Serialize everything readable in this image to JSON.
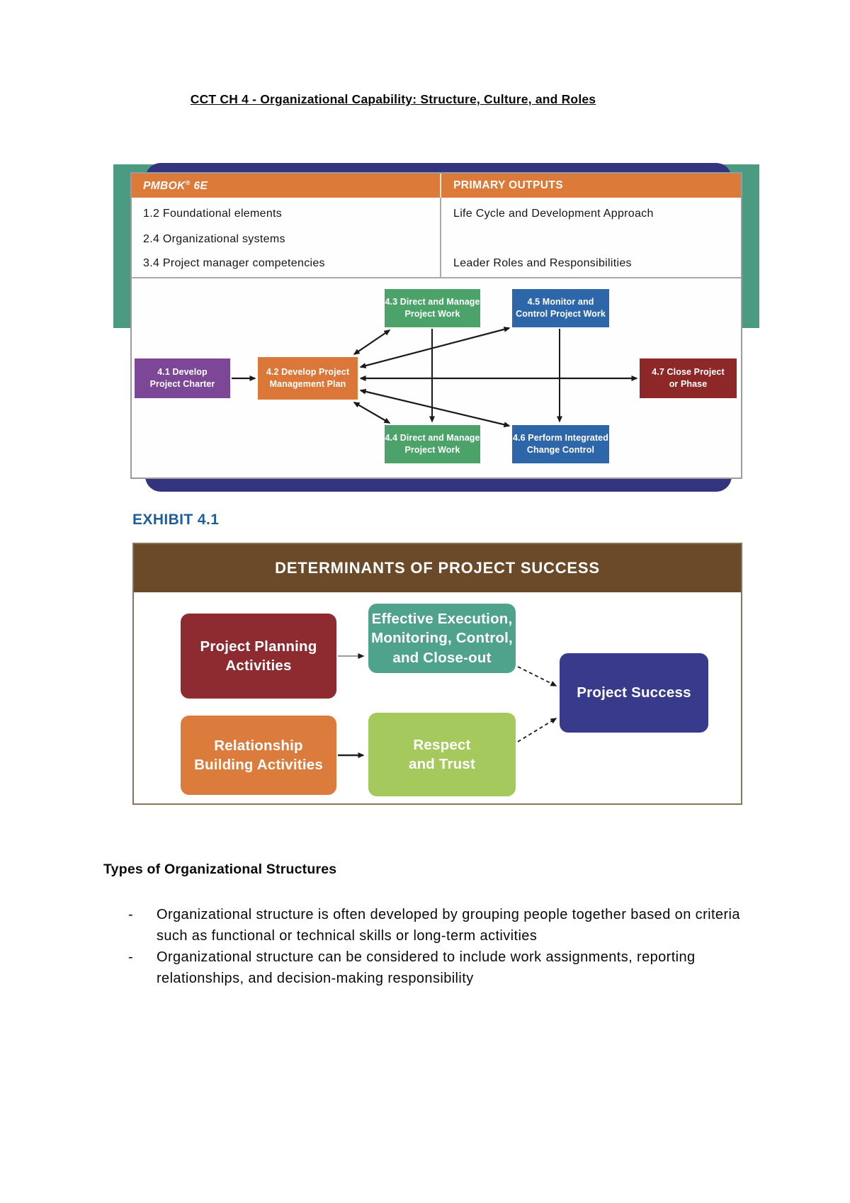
{
  "page": {
    "title": "CCT CH 4 - Organizational Capability: Structure, Culture, and Roles"
  },
  "pmbok_panel": {
    "table": {
      "header_left_name": "PMBOK",
      "header_left_reg": "®",
      "header_left_edition": "6E",
      "header_right": "PRIMARY OUTPUTS",
      "rows": [
        {
          "left": "1.2 Foundational elements",
          "right": "Life Cycle and Development Approach"
        },
        {
          "left": "2.4 Organizational systems",
          "right": ""
        },
        {
          "left": "3.4 Project manager competencies",
          "right": "Leader Roles and Responsibilities"
        }
      ]
    },
    "process_boxes": [
      {
        "id": "4.1",
        "lines": [
          "4.1 Develop",
          "Project Charter"
        ],
        "color": "#7B4796"
      },
      {
        "id": "4.2",
        "lines": [
          "4.2 Develop Project",
          "Management Plan"
        ],
        "color": "#DB7839"
      },
      {
        "id": "4.3",
        "lines": [
          "4.3 Direct and Manage",
          "Project Work"
        ],
        "color": "#4BA369"
      },
      {
        "id": "4.4",
        "lines": [
          "4.4 Direct and Manage",
          "Project Work"
        ],
        "color": "#4BA369"
      },
      {
        "id": "4.5",
        "lines": [
          "4.5 Monitor and",
          "Control Project Work"
        ],
        "color": "#2D67A9"
      },
      {
        "id": "4.6",
        "lines": [
          "4.6 Perform Integrated",
          "Change Control"
        ],
        "color": "#2D67A9"
      },
      {
        "id": "4.7",
        "lines": [
          "4.7 Close Project",
          "or Phase"
        ],
        "color": "#8E2828"
      }
    ]
  },
  "exhibit": {
    "label": "EXHIBIT 4.1",
    "title": "DETERMINANTS OF PROJECT SUCCESS",
    "boxes": [
      {
        "id": "planning",
        "lines": [
          "Project Planning",
          "Activities"
        ],
        "color": "#8E2B30"
      },
      {
        "id": "execution",
        "lines": [
          "Effective Execution,",
          "Monitoring, Control,",
          "and Close-out"
        ],
        "color": "#4FA28C"
      },
      {
        "id": "success",
        "lines": [
          "Project Success"
        ],
        "color": "#383B8C"
      },
      {
        "id": "relationship",
        "lines": [
          "Relationship",
          "Building Activities"
        ],
        "color": "#DC7C3C"
      },
      {
        "id": "respect",
        "lines": [
          "Respect",
          "and Trust"
        ],
        "color": "#A6C95E"
      }
    ]
  },
  "section": {
    "heading": "Types of Organizational Structures",
    "bullet_marker": "-",
    "bullets": [
      "Organizational structure is often developed by grouping people together based on criteria such as functional or technical skills or long-term activities",
      "Organizational structure can be considered to include work assignments, reporting relationships, and decision-making responsibility"
    ]
  },
  "colors": {
    "teal_band": "#4A9B82",
    "navy_band": "#34337D",
    "table_header_orange": "#DC7A3A",
    "exhibit_header_brown": "#6B4A2A",
    "exhibit_label_blue": "#1E5E9E",
    "arrow_black": "#1a1a1a"
  }
}
